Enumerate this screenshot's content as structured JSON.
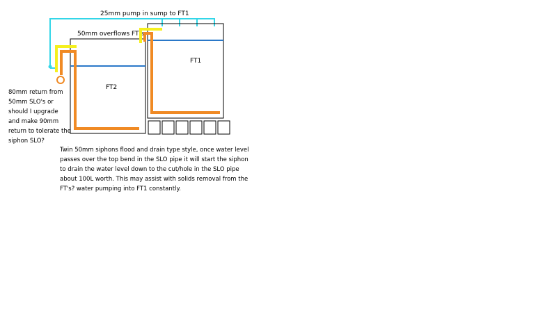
{
  "labels": {
    "pump": "25mm pump in sump to FT1",
    "overflows": "50mm overflows FT's",
    "ft1": "FT1",
    "ft2": "FT2"
  },
  "notes": {
    "return_question": "80mm return from 50mm SLO's or should I upgrade and make 90mm return to tolerate the siphon SLO?",
    "description": "Twin 50mm siphons flood and drain type style, once water level passes over the top bend in the SLO pipe it will start the siphon to drain the water level down to the cut/hole in the SLO pipe about 100L worth. This may assist with solids removal from the FT's? water pumping into FT1 constantly."
  },
  "colors": {
    "pump_line": "#33d6e8",
    "water_line": "#2a78c8",
    "siphon_pipe": "#f08a24",
    "overflow_pipe": "#f5f01e",
    "outline": "#000000"
  }
}
